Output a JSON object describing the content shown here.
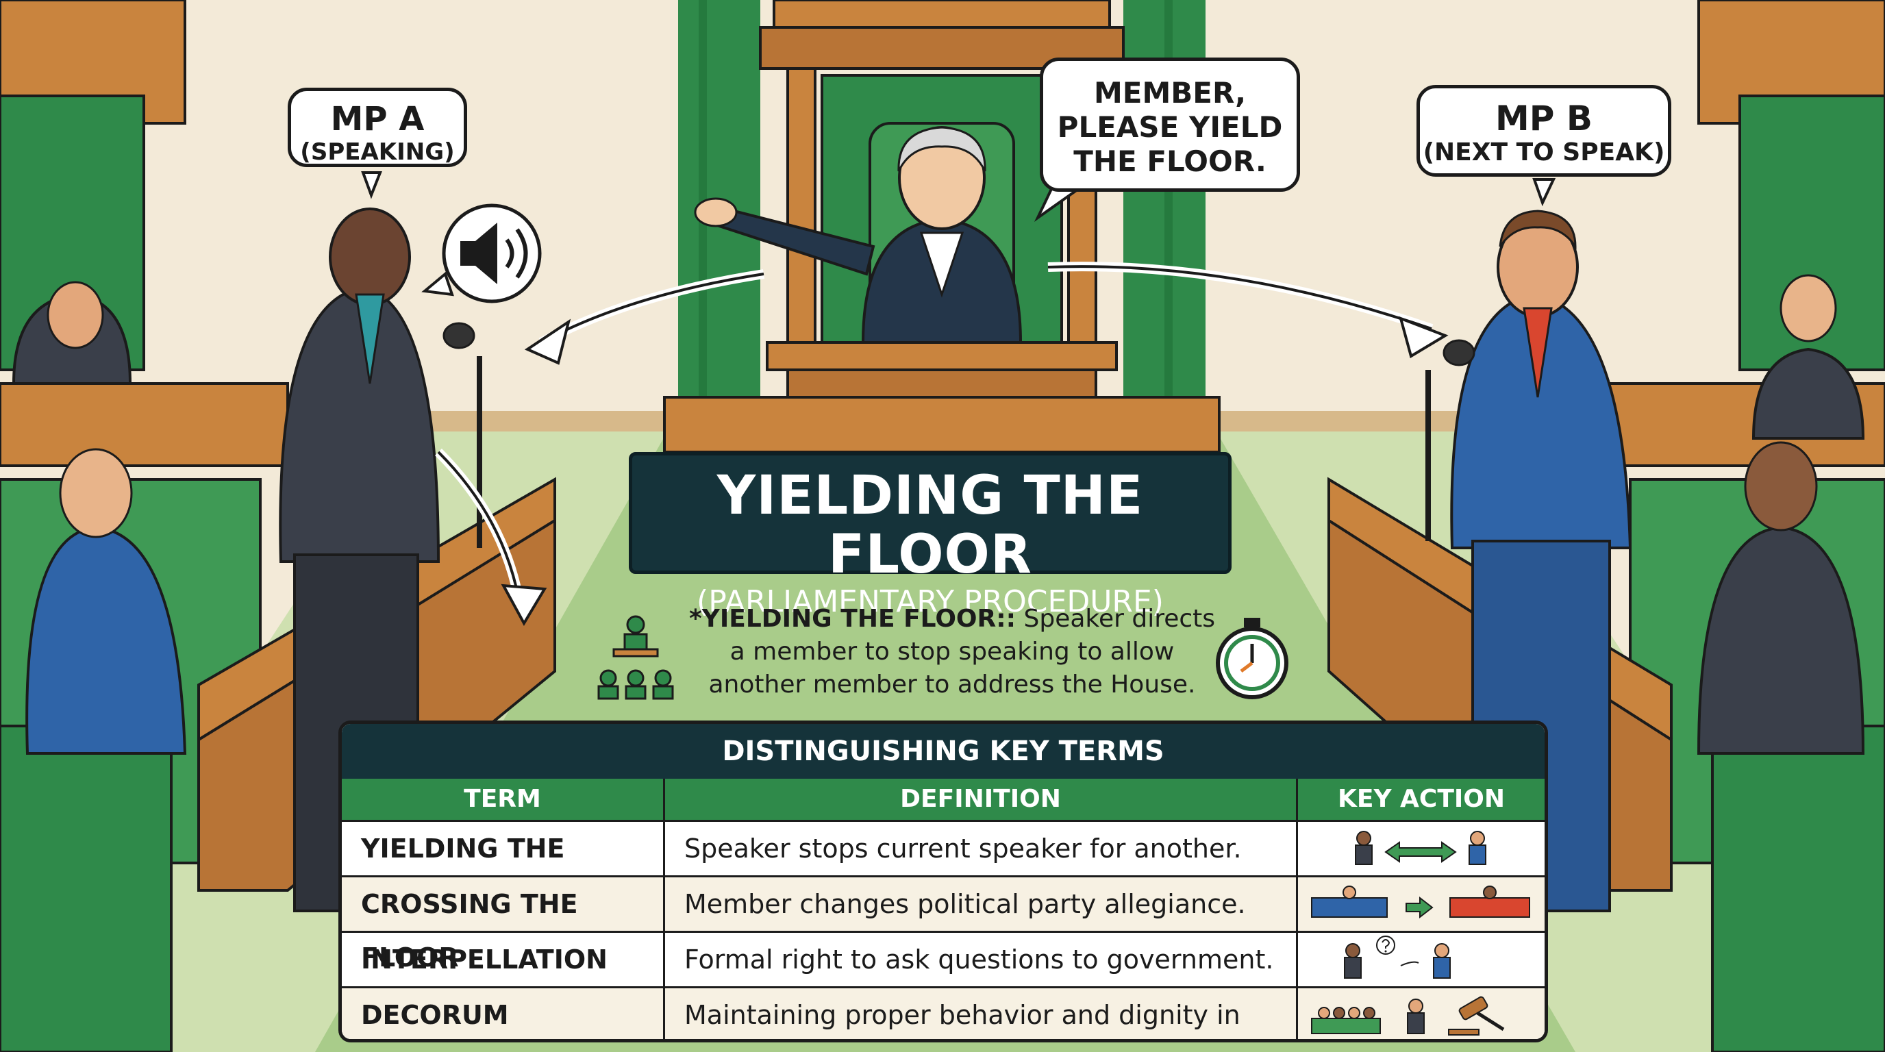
{
  "bubbles": {
    "mp_a": {
      "line1": "MP A",
      "line2": "(SPEAKING)"
    },
    "mp_b": {
      "line1": "MP B",
      "line2": "(NEXT TO SPEAK)"
    },
    "speaker": {
      "line1": "MEMBER,",
      "line2": "PLEASE YIELD",
      "line3": "THE FLOOR."
    }
  },
  "title": {
    "main": "YIELDING THE FLOOR",
    "sub": "(PARLIAMENTARY PROCEDURE)"
  },
  "definition": {
    "term": "*YIELDING THE FLOOR::",
    "line1_rest": " Speaker directs",
    "line2": "a member to stop speaking to allow",
    "line3": "another member to address the House."
  },
  "table": {
    "title": "DISTINGUISHING KEY TERMS",
    "headers": {
      "term": "TERM",
      "definition": "DEFINITION",
      "action": "KEY ACTION"
    },
    "rows": [
      {
        "term": "YIELDING THE FLOOR",
        "definition": "Speaker stops current speaker for another."
      },
      {
        "term": "CROSSING THE FLOOR",
        "definition": "Member changes political party allegiance."
      },
      {
        "term": "INTERPELLATION",
        "definition": "Formal right to ask questions to government."
      },
      {
        "term": "DECORUM",
        "definition": "Maintaining proper behavior and dignity in House."
      }
    ]
  },
  "icons": [
    "speaker-icon",
    "stopwatch-icon",
    "chair-speaker-icon",
    "swap-arrow-icon",
    "party-switch-icon",
    "question-icon",
    "gavel-icon"
  ],
  "colors": {
    "banner": "#15333a",
    "header_green": "#2f8a4a",
    "wood": "#c9843e",
    "bench_green": "#3f9a55",
    "wall": "#f3ead8"
  }
}
